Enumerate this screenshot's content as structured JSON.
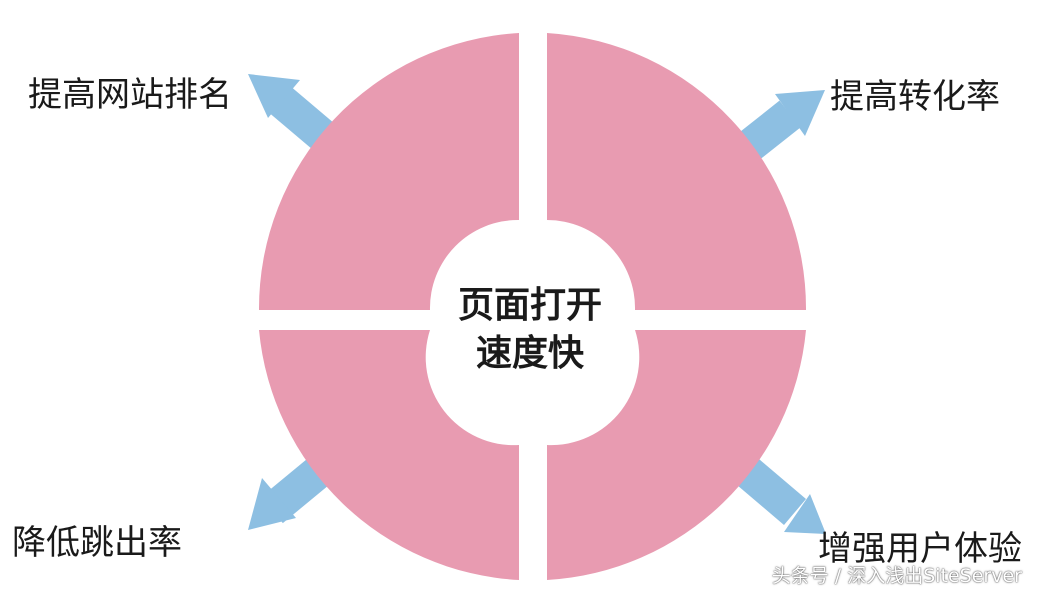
{
  "colors": {
    "segment_fill": "#e89bb1",
    "arrow_fill": "#8dbfe2",
    "background": "#ffffff",
    "text": "#1a1a1a"
  },
  "center": {
    "line1": "页面打开",
    "line2": "速度快"
  },
  "benefits": {
    "top_left": "提高网站排名",
    "top_right": "提高转化率",
    "bottom_left": "降低跳出率",
    "bottom_right": "增强用户体验"
  },
  "watermark": "头条号 / 深入浅出SiteServer"
}
